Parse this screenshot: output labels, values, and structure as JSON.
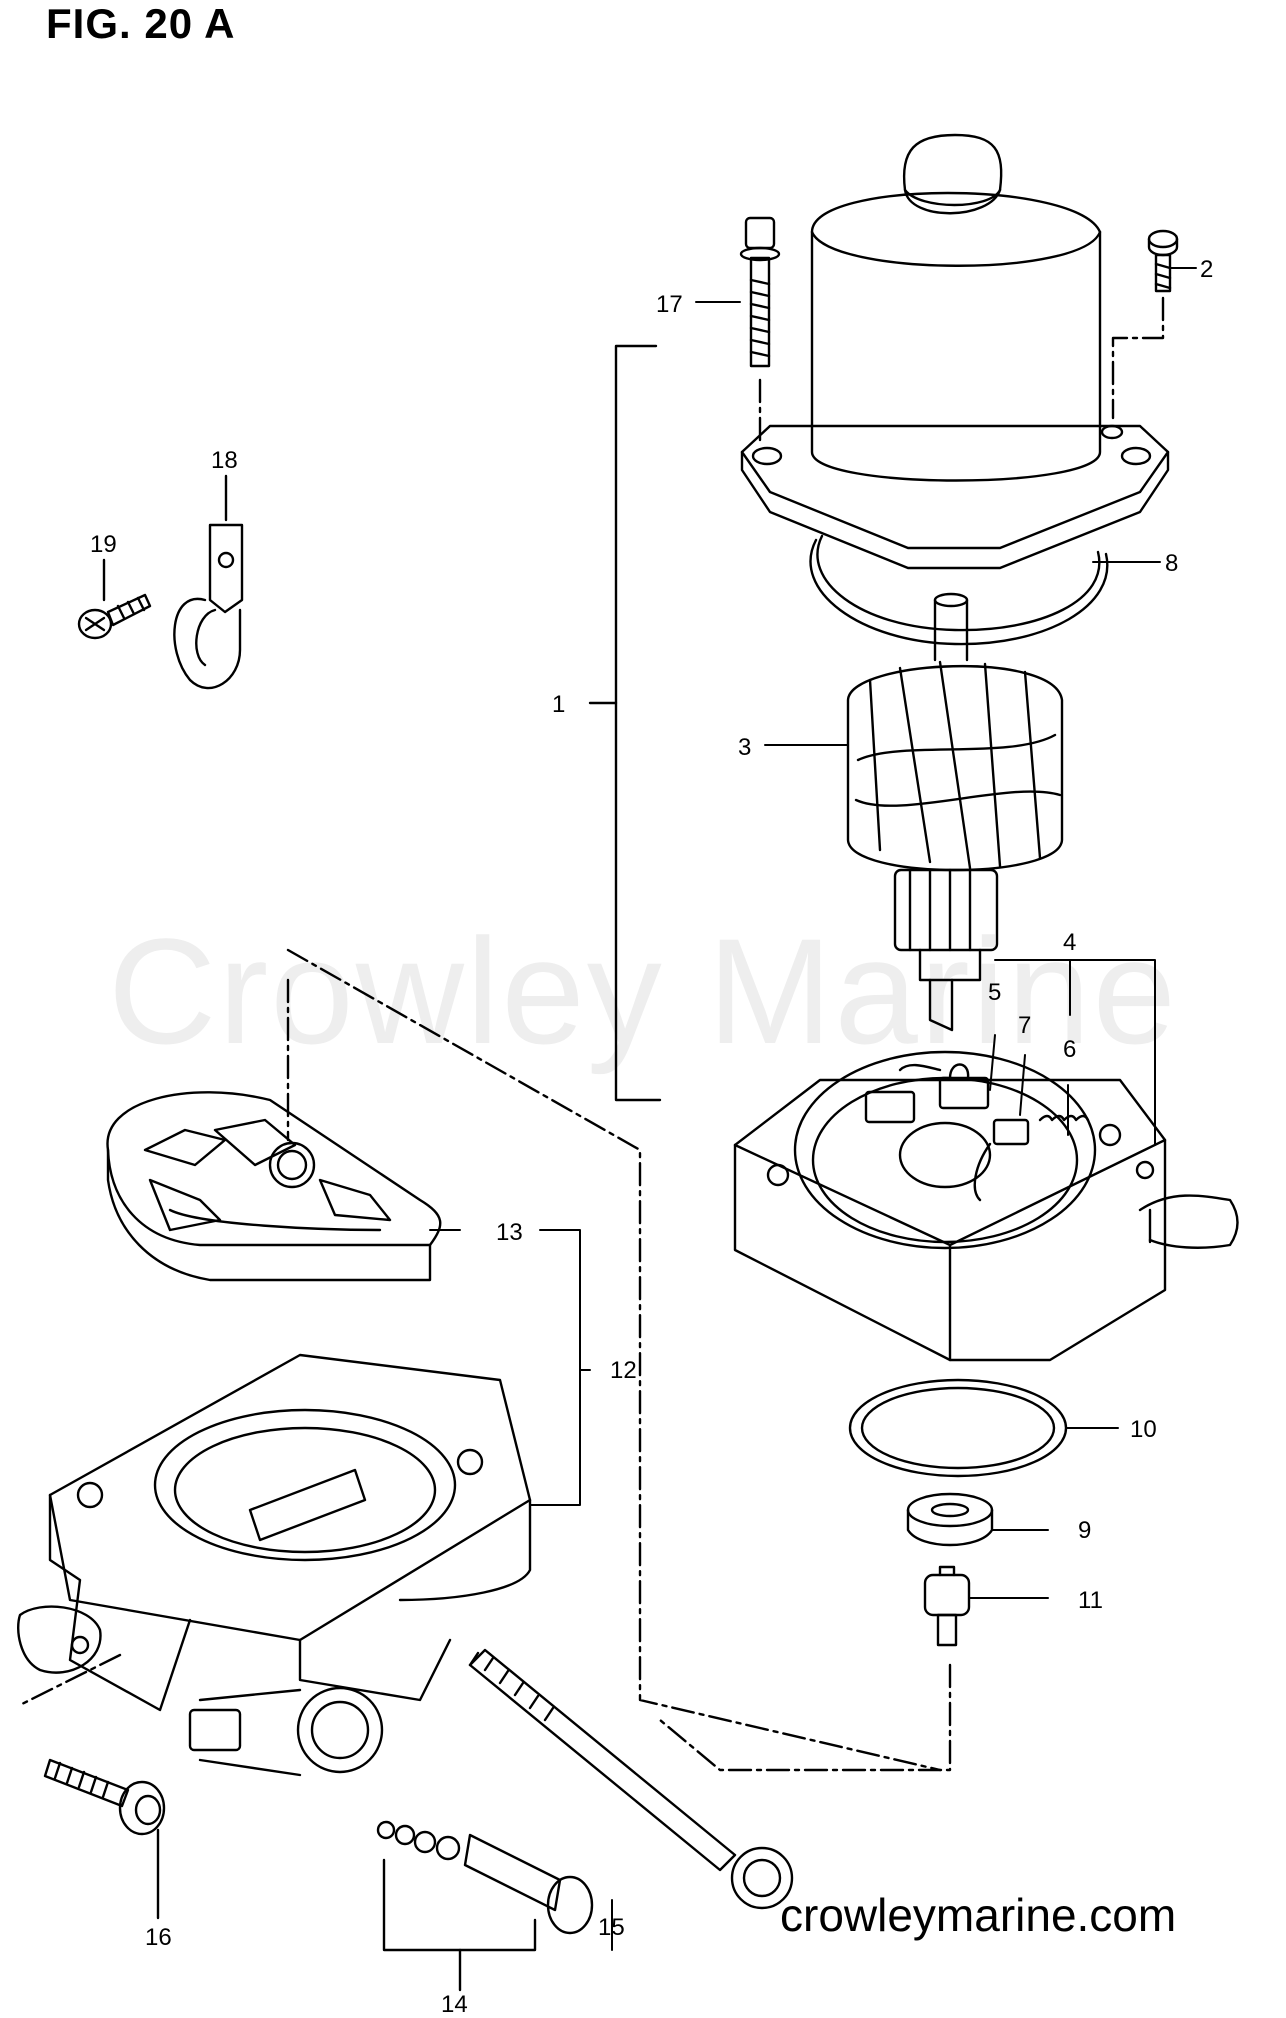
{
  "figure": {
    "title": "FIG. 20 A"
  },
  "watermark": "Crowley Marine",
  "footer": {
    "site": "crowleymarine.com"
  },
  "callouts": {
    "c1": "1",
    "c2": "2",
    "c3": "3",
    "c4": "4",
    "c5": "5",
    "c6": "6",
    "c7": "7",
    "c8": "8",
    "c9": "9",
    "c10": "10",
    "c11": "11",
    "c12": "12",
    "c13": "13",
    "c14": "14",
    "c15": "15",
    "c16": "16",
    "c17": "17",
    "c18": "18",
    "c19": "19"
  }
}
